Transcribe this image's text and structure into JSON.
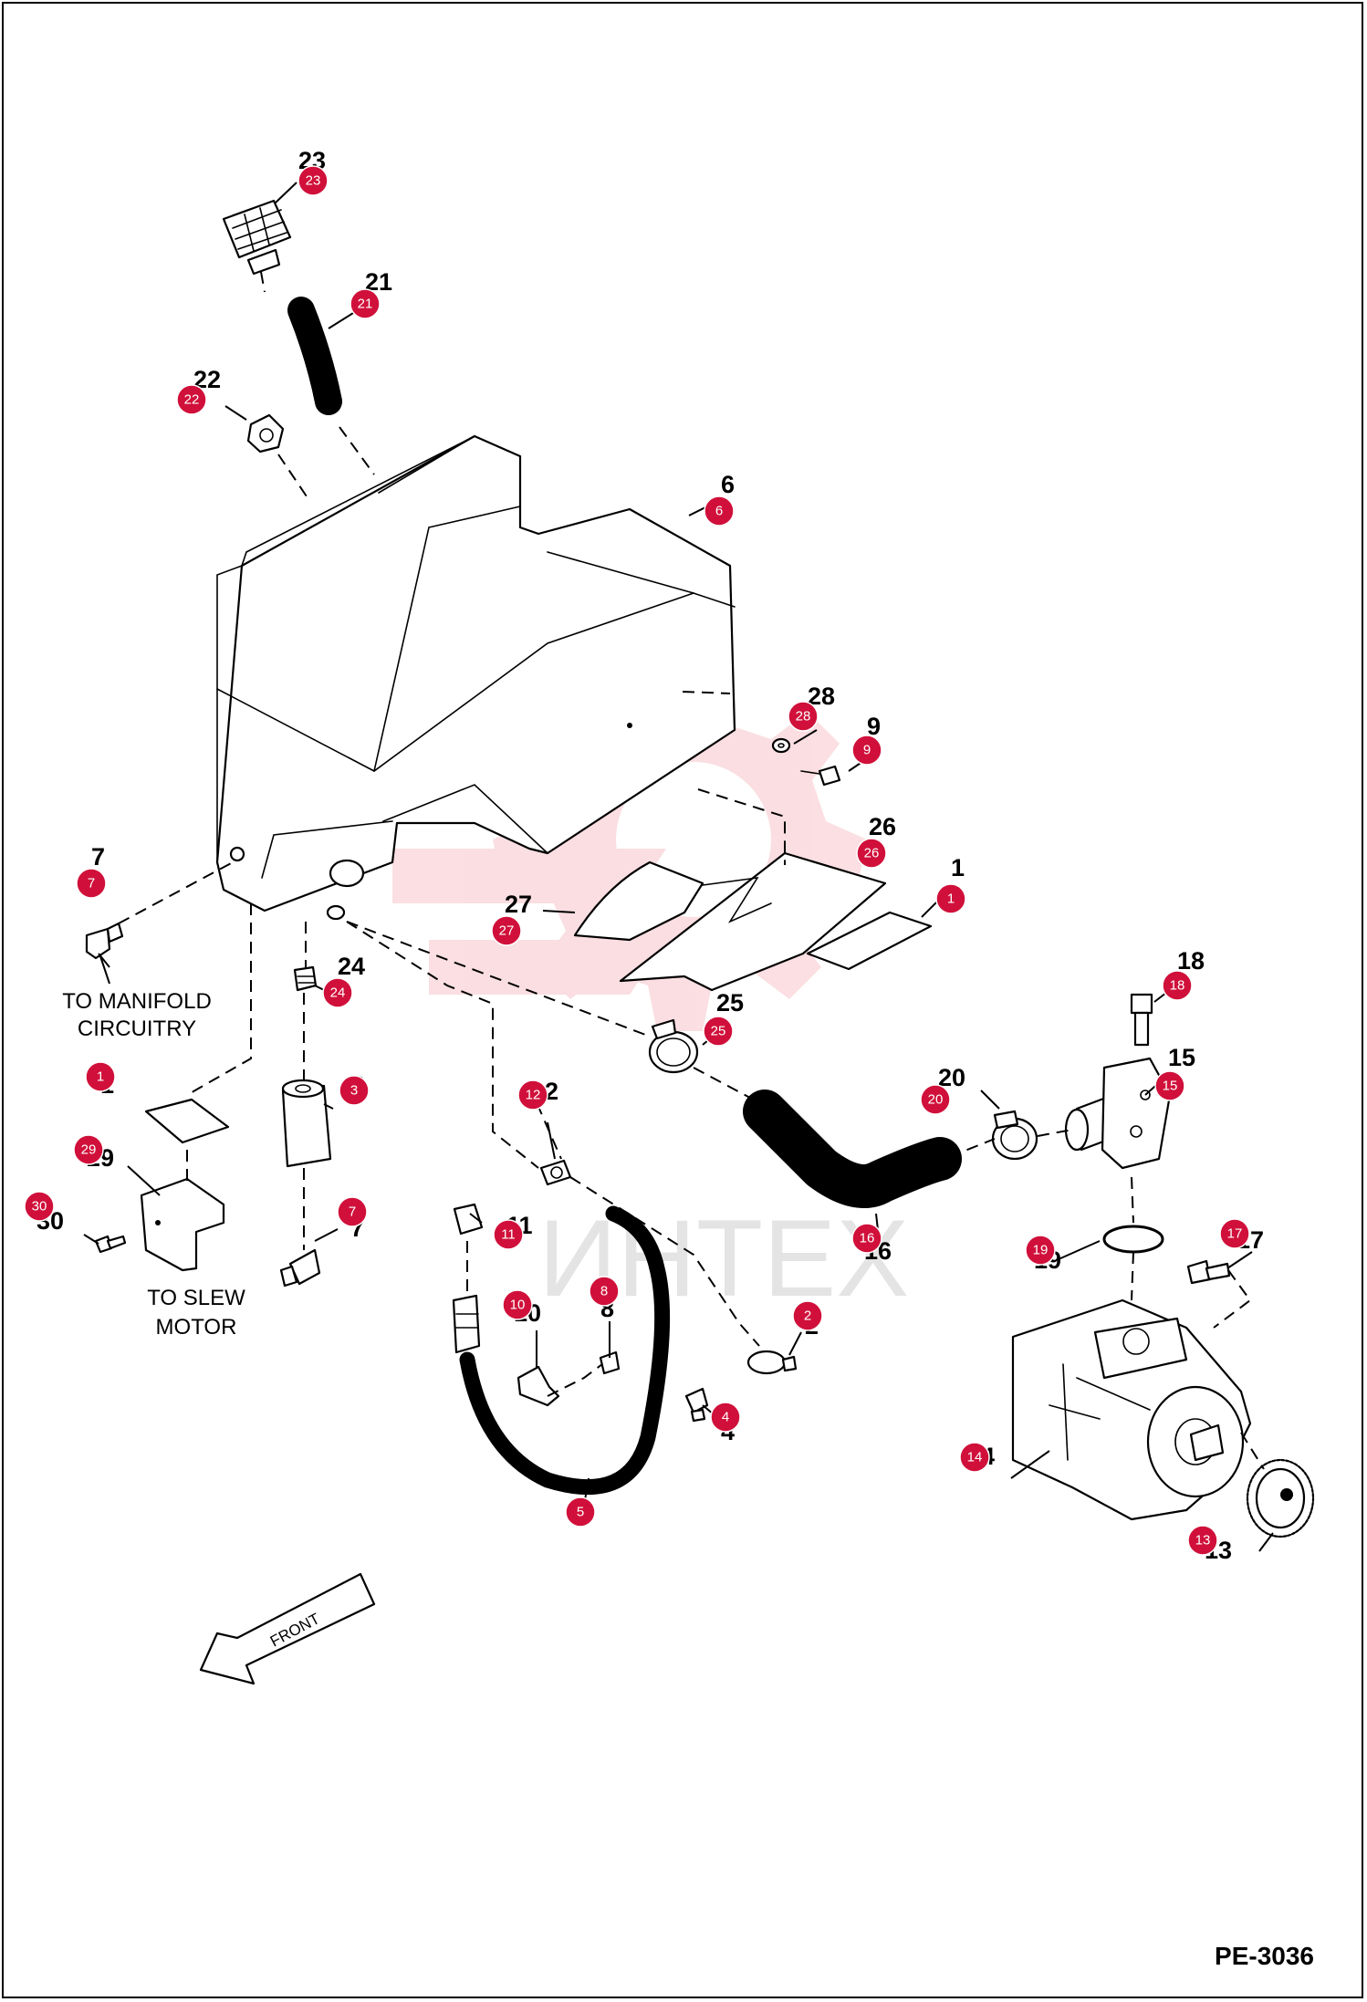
{
  "drawing_id": "PE-3036",
  "watermark_text": "ИНТЕХ",
  "front_label": "FRONT",
  "notes": {
    "manifold": [
      "TO MANIFOLD",
      "CIRCUITRY"
    ],
    "slew": [
      "TO SLEW",
      "MOTOR"
    ]
  },
  "badge_color": "#d0103a",
  "callouts": [
    {
      "id": "23",
      "label": "23"
    },
    {
      "id": "21",
      "label": "21"
    },
    {
      "id": "22",
      "label": "22"
    },
    {
      "id": "6",
      "label": "6"
    },
    {
      "id": "28",
      "label": "28"
    },
    {
      "id": "9",
      "label": "9"
    },
    {
      "id": "26",
      "label": "26"
    },
    {
      "id": "1a",
      "label": "1"
    },
    {
      "id": "7a",
      "label": "7"
    },
    {
      "id": "27",
      "label": "27"
    },
    {
      "id": "24",
      "label": "24"
    },
    {
      "id": "25",
      "label": "25"
    },
    {
      "id": "18",
      "label": "18"
    },
    {
      "id": "15",
      "label": "15"
    },
    {
      "id": "20",
      "label": "20"
    },
    {
      "id": "1b",
      "label": "1"
    },
    {
      "id": "3",
      "label": "3"
    },
    {
      "id": "12",
      "label": "12"
    },
    {
      "id": "29",
      "label": "29"
    },
    {
      "id": "7b",
      "label": "7"
    },
    {
      "id": "30",
      "label": "30"
    },
    {
      "id": "11",
      "label": "11"
    },
    {
      "id": "16",
      "label": "16"
    },
    {
      "id": "19",
      "label": "19"
    },
    {
      "id": "17",
      "label": "17"
    },
    {
      "id": "10",
      "label": "10"
    },
    {
      "id": "8",
      "label": "8"
    },
    {
      "id": "2",
      "label": "2"
    },
    {
      "id": "4",
      "label": "4"
    },
    {
      "id": "14",
      "label": "14"
    },
    {
      "id": "5",
      "label": "5"
    },
    {
      "id": "13",
      "label": "13"
    }
  ]
}
